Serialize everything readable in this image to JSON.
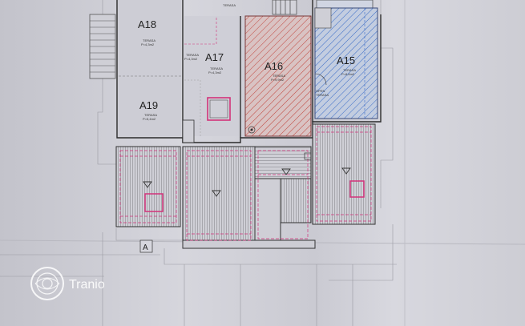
{
  "plan": {
    "units": [
      {
        "id": "a18",
        "label": "A18",
        "note_line1": "TERASA",
        "note_line2": "P=4,3m2"
      },
      {
        "id": "a17",
        "label": "A17",
        "note_line1": "TERASA",
        "note_line2": "P=4,3m2"
      },
      {
        "id": "a16",
        "label": "A16",
        "note_line1": "TERASA",
        "note_line2": "P=9,9m2"
      },
      {
        "id": "a15",
        "label": "A15",
        "note_line1": "TERASA",
        "note_line2": "P=8,6m2"
      },
      {
        "id": "a19",
        "label": "A19",
        "note_line1": "TERASA",
        "note_line2": "P=5,4m2"
      }
    ],
    "top_note": "TERASA",
    "side_note_1": "OPEN",
    "side_note_2": "TERASA",
    "section_marker": "A"
  },
  "watermark": {
    "text": "Tranio",
    "icon": "tranio-logo-icon"
  },
  "colors": {
    "paper": "#d4d4db",
    "line": "#3a3a3a",
    "pink_dash": "#d2327a",
    "red_hatch": "#c0443c",
    "blue_hatch": "#3c6ec8"
  }
}
